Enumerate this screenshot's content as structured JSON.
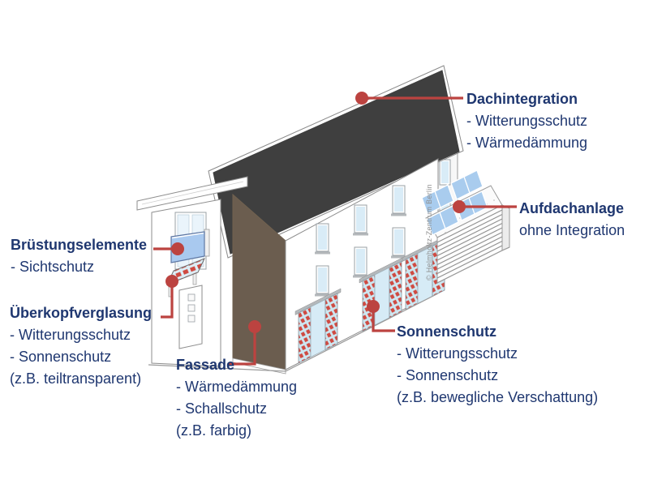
{
  "diagram": {
    "copyright": "© Helmholtz-Zentrum Berlin",
    "colors": {
      "text_navy": "#1f3770",
      "accent_red": "#bc4340",
      "facade_orange": "#f4b181",
      "roof_panel_gray": "#d8d8d8",
      "pv_blue": "#a9ccee",
      "glass_blue": "#d9ecf7",
      "balustrade_blue": "#a9c9ef"
    }
  },
  "labels": {
    "dachintegration": {
      "title": "Dachintegration",
      "lines": [
        "- Witterungsschutz",
        "- Wärmedämmung"
      ]
    },
    "aufdachanlage": {
      "title": "Aufdachanlage",
      "lines": [
        "ohne Integration"
      ]
    },
    "bruestungselemente": {
      "title": "Brüstungselemente",
      "lines": [
        "- Sichtschutz"
      ]
    },
    "ueberkopfverglasung": {
      "title": "Überkopfverglasung",
      "lines": [
        "- Witterungsschutz",
        "- Sonnenschutz",
        "(z.B. teiltransparent)"
      ]
    },
    "fassade": {
      "title": "Fassade",
      "lines": [
        "- Wärmedämmung",
        "- Schallschutz",
        "(z.B. farbig)"
      ]
    },
    "sonnenschutz": {
      "title": "Sonnenschutz",
      "lines": [
        "- Witterungsschutz",
        "- Sonnenschutz",
        "(z.B. bewegliche Verschattung)"
      ]
    }
  }
}
